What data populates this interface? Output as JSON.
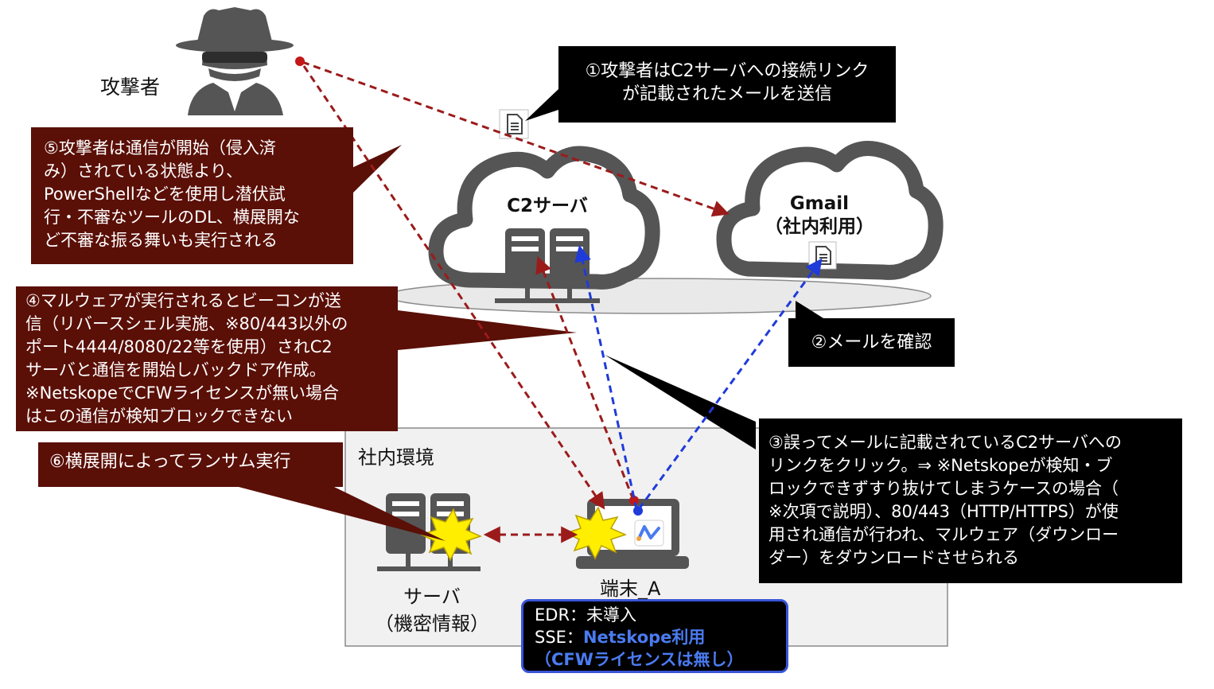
{
  "attacker": {
    "label": "攻撃者"
  },
  "clouds": {
    "c2": {
      "label": "C2サーバ"
    },
    "gmail": {
      "line1": "Gmail",
      "line2": "（社内利用）"
    }
  },
  "internal_env": {
    "label": "社内環境"
  },
  "server": {
    "line1": "サーバ",
    "line2": "（機密情報）"
  },
  "terminal": {
    "label": "端末_A"
  },
  "terminal_info": {
    "edr_label": "EDR：未導入",
    "sse_prefix": "SSE：",
    "sse_value": "Netskope利用",
    "sse_note": "（CFWライセンスは無し）"
  },
  "callouts": {
    "step1": [
      "①攻撃者はC2サーバへの接続リンク",
      "が記載されたメールを送信"
    ],
    "step2": [
      "②メールを確認"
    ],
    "step3": [
      "③誤ってメールに記載されているC2サーバへの",
      "リンクをクリック。⇒ ※Netskopeが検知・ブ",
      "ロックできずすり抜けてしまうケースの場合（",
      "※次項で説明）、80/443（HTTP/HTTPS）が使",
      "用され通信が行われ、マルウェア（ダウンロー",
      "ダー）をダウンロードさせられる"
    ],
    "step4": [
      "④マルウェアが実行されるとビーコンが送",
      "信（リバースシェル実施、※80/443以外の",
      "ポート4444/8080/22等を使用）されC2",
      "サーバと通信を開始しバックドア作成。",
      "※NetskopeでCFWライセンスが無い場合",
      "はこの通信が検知ブロックできない"
    ],
    "step5": [
      "⑤攻撃者は通信が開始（侵入済",
      "み）されている状態より、",
      "PowerShellなどを使用し潜伏試",
      "行・不審なツールのDL、横展開な",
      "ど不審な振る舞いも実行される"
    ],
    "step6": [
      "⑥横展開によってランサム実行"
    ]
  },
  "colors": {
    "callout_dark": "#000000",
    "callout_red": "#5a0f07",
    "attack_arrow": "#9b1b1b",
    "user_arrow": "#1f3bd9",
    "netskope_blue": "#4a7bf0",
    "icon_gray": "#555555",
    "explosion": "#ffee00"
  },
  "icons": [
    "spy-icon",
    "document-icon",
    "cloud-icon",
    "server-icon",
    "laptop-icon",
    "netskope-icon",
    "explosion-icon"
  ]
}
